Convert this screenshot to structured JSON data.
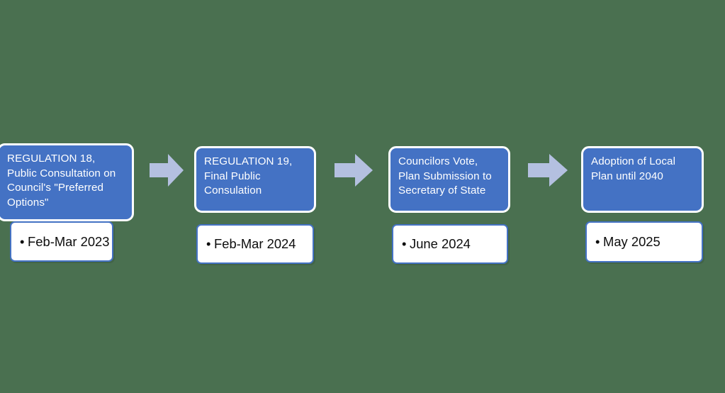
{
  "diagram": {
    "title": "Local Plan timeline process flow",
    "background_color": "#4a7050",
    "step_fill_color": "#4472c4",
    "step_border_color": "#ffffff",
    "step_text_color": "#ffffff",
    "date_box_fill_color": "#ffffff",
    "date_box_border_color": "#4472c4",
    "date_text_color": "#0d0d0d",
    "arrow_color": "#b4c0e0",
    "bullet_glyph": "•",
    "steps": [
      {
        "label": "REGULATION 18,\nPublic Consultation on\nCouncil's \"Preferred\nOptions\"",
        "date": "Feb-Mar 2023"
      },
      {
        "label": "REGULATION 19,\nFinal Public\nConsulation",
        "date": "Feb-Mar 2024"
      },
      {
        "label": "Councilors Vote,\nPlan Submission to\nSecretary of State",
        "date": "June 2024"
      },
      {
        "label": "Adoption of Local\nPlan until 2040",
        "date": "May 2025"
      }
    ],
    "arrows": [
      {
        "name": "arrow-step-1-to-2"
      },
      {
        "name": "arrow-step-2-to-3"
      },
      {
        "name": "arrow-step-3-to-4"
      }
    ]
  }
}
